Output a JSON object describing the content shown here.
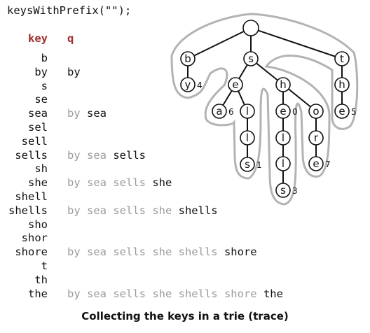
{
  "call_text": "keysWithPrefix(\"\");",
  "headers": {
    "key": "key",
    "q": "q"
  },
  "rows": [
    {
      "key": "b",
      "q_old": "",
      "q_new": ""
    },
    {
      "key": "by",
      "q_old": "",
      "q_new": "by"
    },
    {
      "key": "s",
      "q_old": "",
      "q_new": ""
    },
    {
      "key": "se",
      "q_old": "",
      "q_new": ""
    },
    {
      "key": "sea",
      "q_old": "by ",
      "q_new": "sea"
    },
    {
      "key": "sel",
      "q_old": "",
      "q_new": ""
    },
    {
      "key": "sell",
      "q_old": "",
      "q_new": ""
    },
    {
      "key": "sells",
      "q_old": "by sea ",
      "q_new": "sells"
    },
    {
      "key": "sh",
      "q_old": "",
      "q_new": ""
    },
    {
      "key": "she",
      "q_old": "by sea sells ",
      "q_new": "she"
    },
    {
      "key": "shell",
      "q_old": "",
      "q_new": ""
    },
    {
      "key": "shells",
      "q_old": "by sea sells she ",
      "q_new": "shells"
    },
    {
      "key": "sho",
      "q_old": "",
      "q_new": ""
    },
    {
      "key": "shor",
      "q_old": "",
      "q_new": ""
    },
    {
      "key": "shore",
      "q_old": "by sea sells she shells ",
      "q_new": "shore"
    },
    {
      "key": "t",
      "q_old": "",
      "q_new": ""
    },
    {
      "key": "th",
      "q_old": "",
      "q_new": ""
    },
    {
      "key": "the",
      "q_old": "by sea sells she shells shore ",
      "q_new": "the"
    }
  ],
  "trie": {
    "nodes": [
      {
        "id": "root",
        "char": "",
        "value": ""
      },
      {
        "id": "b",
        "char": "b",
        "value": ""
      },
      {
        "id": "by",
        "char": "y",
        "value": "4"
      },
      {
        "id": "s",
        "char": "s",
        "value": ""
      },
      {
        "id": "se",
        "char": "e",
        "value": ""
      },
      {
        "id": "sea",
        "char": "a",
        "value": "6"
      },
      {
        "id": "sel",
        "char": "l",
        "value": ""
      },
      {
        "id": "sell",
        "char": "l",
        "value": ""
      },
      {
        "id": "sells",
        "char": "s",
        "value": "1"
      },
      {
        "id": "sh",
        "char": "h",
        "value": ""
      },
      {
        "id": "she",
        "char": "e",
        "value": "0"
      },
      {
        "id": "shel",
        "char": "l",
        "value": ""
      },
      {
        "id": "shell",
        "char": "l",
        "value": ""
      },
      {
        "id": "shells",
        "char": "s",
        "value": "3"
      },
      {
        "id": "sho",
        "char": "o",
        "value": ""
      },
      {
        "id": "shor",
        "char": "r",
        "value": ""
      },
      {
        "id": "shore",
        "char": "e",
        "value": "7"
      },
      {
        "id": "t",
        "char": "t",
        "value": ""
      },
      {
        "id": "th",
        "char": "h",
        "value": ""
      },
      {
        "id": "the",
        "char": "e",
        "value": "5"
      }
    ],
    "edges": [
      [
        "root",
        "b"
      ],
      [
        "b",
        "by"
      ],
      [
        "root",
        "s"
      ],
      [
        "s",
        "se"
      ],
      [
        "se",
        "sea"
      ],
      [
        "se",
        "sel"
      ],
      [
        "sel",
        "sell"
      ],
      [
        "sell",
        "sells"
      ],
      [
        "s",
        "sh"
      ],
      [
        "sh",
        "she"
      ],
      [
        "she",
        "shel"
      ],
      [
        "shel",
        "shell"
      ],
      [
        "shell",
        "shells"
      ],
      [
        "sh",
        "sho"
      ],
      [
        "sho",
        "shor"
      ],
      [
        "shor",
        "shore"
      ],
      [
        "root",
        "t"
      ],
      [
        "t",
        "th"
      ],
      [
        "th",
        "the"
      ]
    ]
  },
  "caption": "Collecting the keys in a trie (trace)"
}
